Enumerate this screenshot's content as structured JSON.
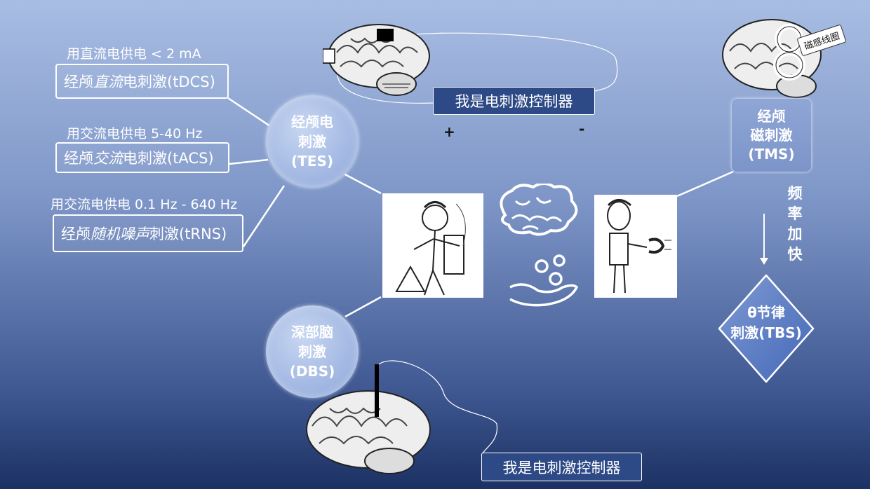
{
  "tes": {
    "circle_lines": [
      "经颅电",
      "刺激",
      "(TES)"
    ],
    "methods": [
      {
        "supply": "用直流电供电  < 2 mA",
        "box_pre": "经颅",
        "box_italic": "直流",
        "box_post": "电刺激(tDCS)"
      },
      {
        "supply": "用交流电供电 5-40 Hz",
        "box_pre": "经颅",
        "box_italic": "交流",
        "box_post": "电刺激(tACS)"
      },
      {
        "supply": "用交流电供电 0.1 Hz - 640 Hz",
        "box_pre": "经颅",
        "box_italic": "随机噪声",
        "box_post": "刺激(tRNS)"
      }
    ]
  },
  "dbs": {
    "circle_lines": [
      "深部脑",
      "刺激",
      "(DBS)"
    ]
  },
  "controller_top": "我是电刺激控制器",
  "controller_bottom": "我是电刺激控制器",
  "electrode_plus": "+",
  "electrode_minus": "-",
  "tms": {
    "lines": [
      "经颅",
      "磁刺激",
      "(TMS)"
    ],
    "coil_label": "磁感线圈"
  },
  "freq_label": [
    "频",
    "率",
    "加",
    "快"
  ],
  "tbs": {
    "lines": [
      "θ节律",
      "刺激(TBS)"
    ]
  },
  "colors": {
    "accent": "#2e4a86",
    "diamond": "#5f7fc4"
  }
}
